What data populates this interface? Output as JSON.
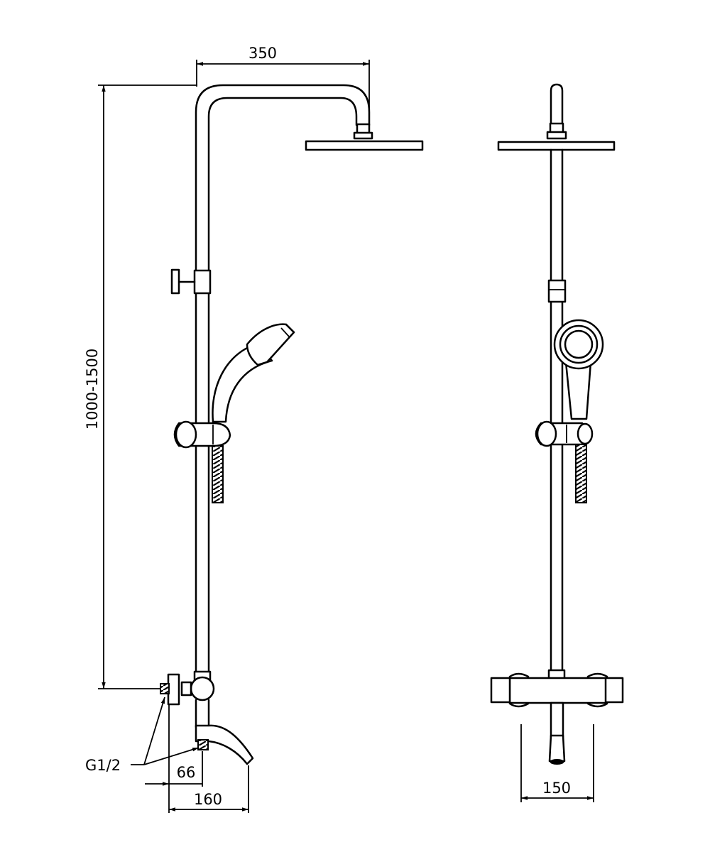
{
  "dimensions": {
    "head_reach": "350",
    "height_range": "1000-1500",
    "connection_thread": "G1/2",
    "wall_to_inlet": "66",
    "wall_to_spout": "160",
    "inlet_centers": "150"
  },
  "colors": {
    "line": "#000000",
    "background": "#ffffff"
  }
}
